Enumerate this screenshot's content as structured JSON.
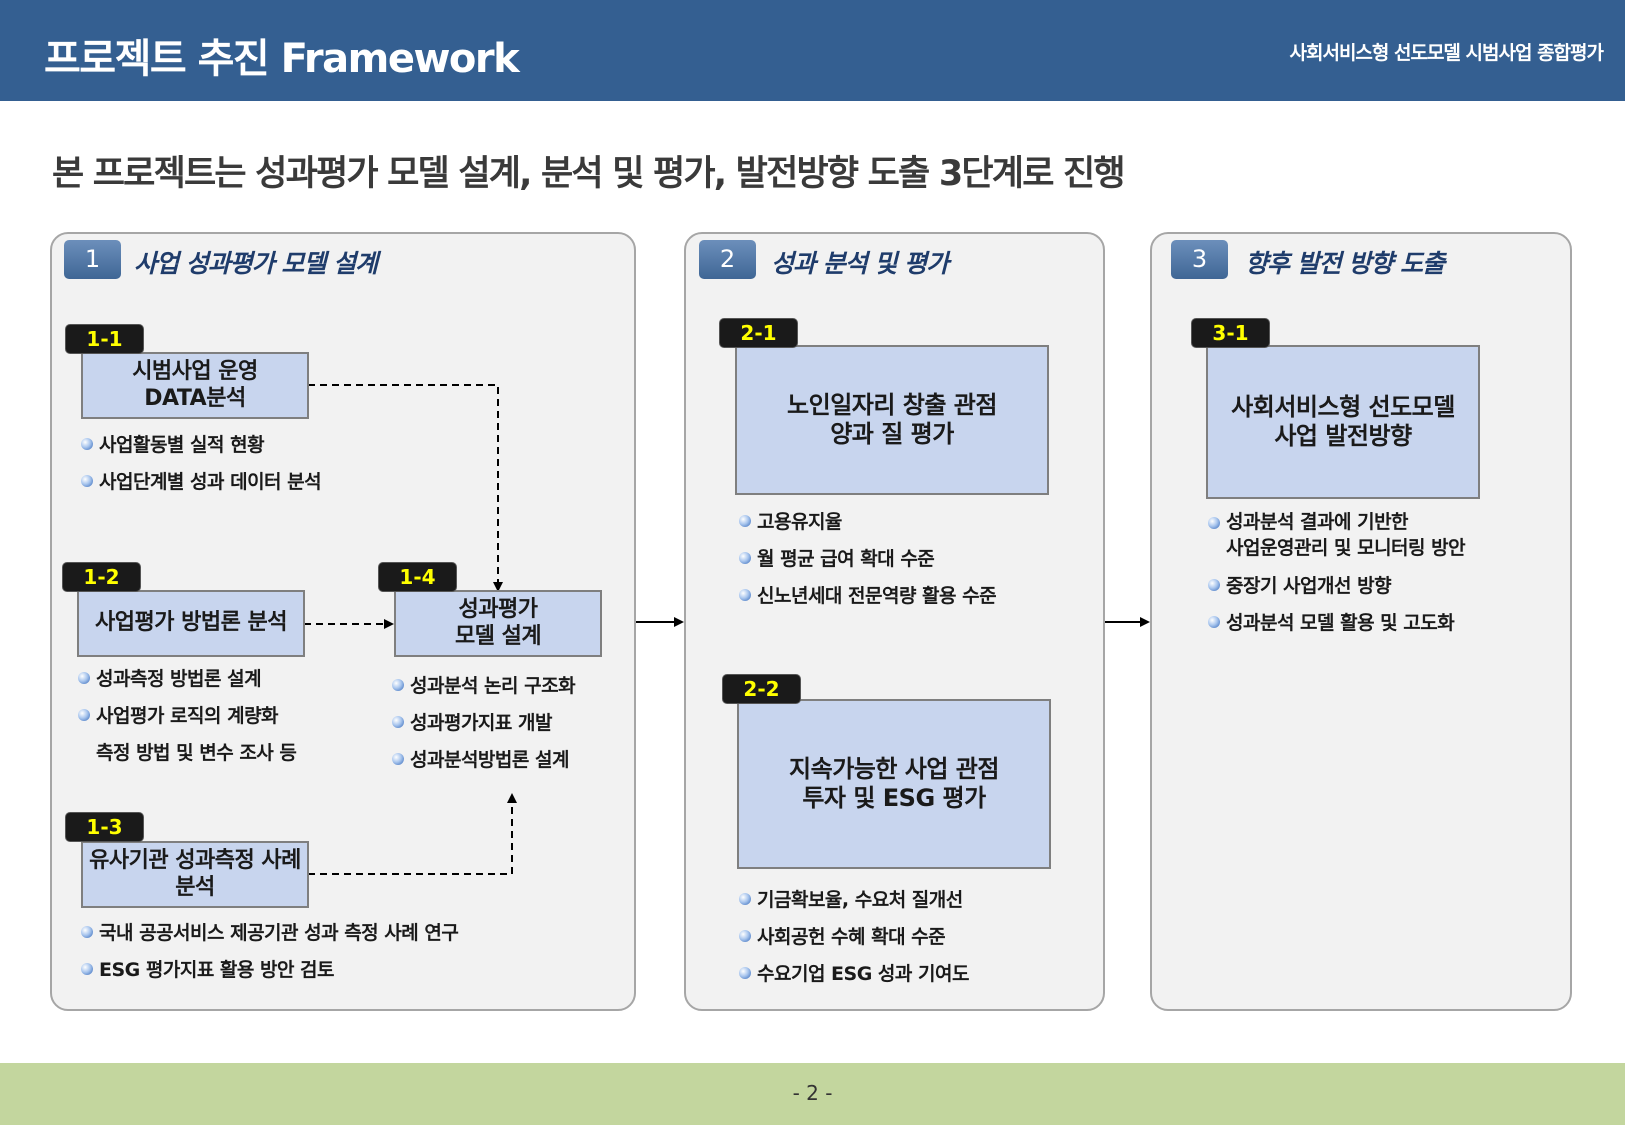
{
  "header": {
    "title": "프로젝트 추진 Framework",
    "subtitle": "사회서비스형 선도모델 시범사업 종합평가"
  },
  "headline": "본 프로젝트는 성과평가 모델 설계, 분석 및 평가, 발전방향 도출 3단계로 진행",
  "phases": [
    {
      "num": "1",
      "title": "사업 성과평가 모델 설계"
    },
    {
      "num": "2",
      "title": "성과 분석 및 평가"
    },
    {
      "num": "3",
      "title": "향후 발전 방향 도출"
    }
  ],
  "p1": {
    "s11": {
      "tag": "1-1",
      "label": "시범사업 운영\nDATA분석",
      "bullets": [
        "사업활동별 실적 현황",
        "사업단계별 성과 데이터 분석"
      ]
    },
    "s12": {
      "tag": "1-2",
      "label": "사업평가 방법론 분석",
      "bullets": [
        "성과측정 방법론 설계",
        "사업평가 로직의  계량화",
        "측정 방법 및 변수 조사 등"
      ]
    },
    "s13": {
      "tag": "1-3",
      "label": "유사기관 성과측정 사례\n분석",
      "bullets": [
        "국내 공공서비스 제공기관 성과 측정 사례 연구",
        "ESG 평가지표 활용 방안 검토"
      ]
    },
    "s14": {
      "tag": "1-4",
      "label": "성과평가\n모델 설계",
      "bullets": [
        "성과분석 논리 구조화",
        "성과평가지표 개발",
        "성과분석방법론 설계"
      ]
    }
  },
  "p2": {
    "s21": {
      "tag": "2-1",
      "label": "노인일자리 창출 관점\n양과 질 평가",
      "bullets": [
        "고용유지율",
        "월 평균 급여 확대 수준",
        "신노년세대 전문역량 활용 수준"
      ]
    },
    "s22": {
      "tag": "2-2",
      "label": "지속가능한 사업 관점\n투자 및  ESG 평가",
      "bullets": [
        "기금확보율, 수요처 질개선",
        "사회공헌 수혜 확대 수준",
        "수요기업 ESG 성과 기여도"
      ]
    }
  },
  "p3": {
    "s31": {
      "tag": "3-1",
      "label": "사회서비스형 선도모델\n사업 발전방향",
      "bullets": [
        "성과분석 결과에 기반한\n사업운영관리 및 모니터링 방안",
        "중장기 사업개선 방향",
        "성과분석 모델 활용 및 고도화"
      ]
    }
  },
  "footer": {
    "page": "- 2 -"
  }
}
